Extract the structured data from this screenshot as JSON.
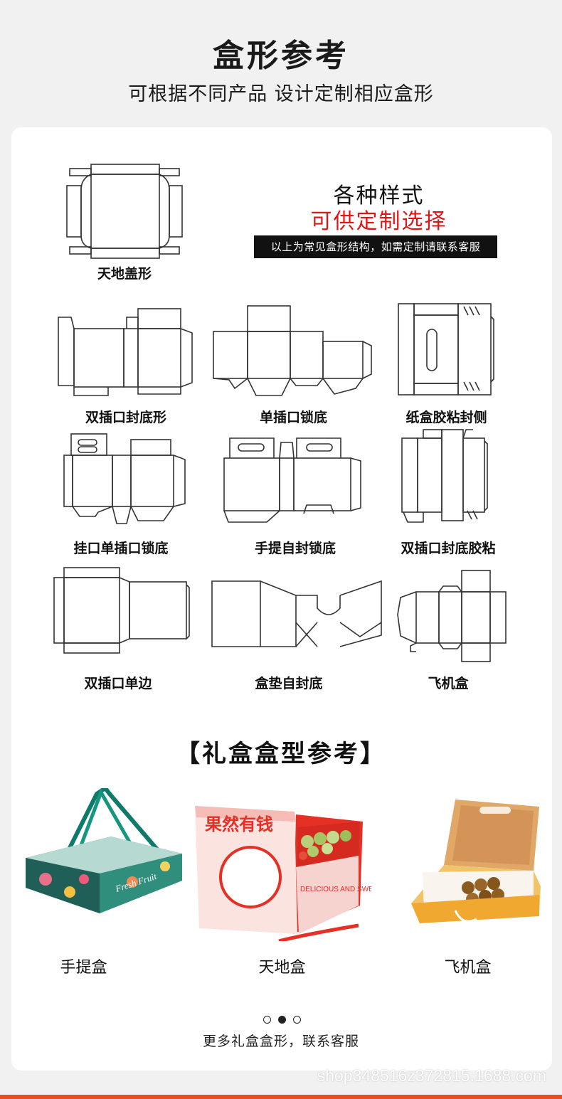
{
  "header": {
    "title": "盒形参考",
    "subtitle": "可根据不同产品 设计定制相应盒形"
  },
  "styles_panel": {
    "title": "各种样式",
    "highlight": "可供定制选择",
    "note": "以上为常见盒形结构，如需定制请联系客服",
    "highlight_color": "#e51414"
  },
  "diagrams": [
    {
      "label": "天地盖形",
      "icon": "lid-base-box-diagram"
    },
    {
      "label": "双插口封底形",
      "icon": "double-tuck-sealed-bottom-diagram"
    },
    {
      "label": "单插口锁底",
      "icon": "single-tuck-lock-bottom-diagram"
    },
    {
      "label": "纸盒胶粘封侧",
      "icon": "glued-side-box-diagram"
    },
    {
      "label": "挂口单插口锁底",
      "icon": "hanger-tuck-lock-bottom-diagram"
    },
    {
      "label": "手提自封锁底",
      "icon": "handle-self-lock-bottom-diagram"
    },
    {
      "label": "双插口封底胶粘",
      "icon": "double-tuck-glued-bottom-diagram"
    },
    {
      "label": "双插口单边",
      "icon": "double-tuck-single-side-diagram"
    },
    {
      "label": "盒垫自封底",
      "icon": "insert-self-seal-bottom-diagram"
    },
    {
      "label": "飞机盒",
      "icon": "mailer-box-diagram"
    }
  ],
  "gift_section": {
    "title": "【礼盒盒型参考】",
    "items": [
      {
        "label": "手提盒",
        "print": "Fresh Fruit"
      },
      {
        "label": "天地盒",
        "print_main": "果然有钱",
        "print_sub": "DELICIOUS AND SWEET"
      },
      {
        "label": "飞机盒"
      }
    ],
    "pagination": {
      "total": 3,
      "active": 2
    },
    "footer": "更多礼盒盒形，联系客服"
  },
  "watermark": "shop348516z372815.1688.com",
  "colors": {
    "accent_bar": "#e85020",
    "page_bg": "#f1f1f1"
  }
}
